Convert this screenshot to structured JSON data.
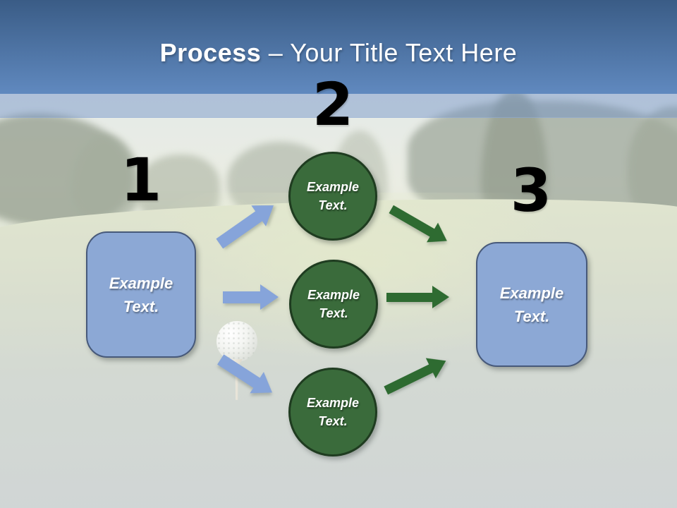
{
  "title": {
    "bold": "Process",
    "regular": " – Your Title Text Here"
  },
  "diagram": {
    "step_numbers": [
      "1",
      "2",
      "3"
    ],
    "left_box": {
      "label": "Example Text."
    },
    "circles": [
      {
        "label": "Example Text."
      },
      {
        "label": "Example Text."
      },
      {
        "label": "Example Text."
      }
    ],
    "right_box": {
      "label": "Example Text."
    }
  },
  "background": {
    "scene": "washed-out golf course photo with golf ball on tee"
  },
  "colors": {
    "header_top": "#3a5c86",
    "header_bottom": "#6089bf",
    "band": "rgba(110,145,200,0.45)",
    "blue_shape": "#8ca8d5",
    "blue_border": "#47597a",
    "blue_arrow": "#86a4da",
    "green_shape": "#3a6b3b",
    "green_border": "#1f3c20",
    "green_arrow": "#2e6b31",
    "number_color": "#000000"
  }
}
